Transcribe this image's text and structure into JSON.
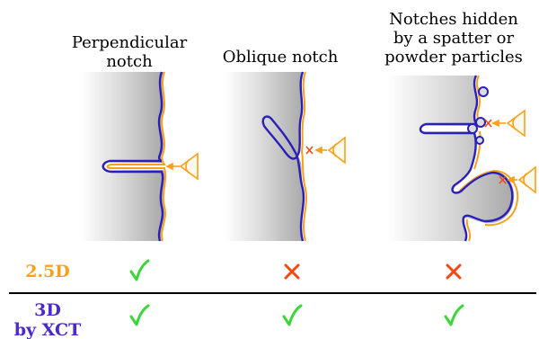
{
  "columns": [
    {
      "title_lines": [
        "Perpendicular",
        "notch"
      ]
    },
    {
      "title_lines": [
        "Oblique notch"
      ]
    },
    {
      "title_lines": [
        "Notches hidden",
        "by a spatter or",
        "powder particles"
      ]
    }
  ],
  "rows": [
    {
      "label_lines": [
        "2.5D"
      ],
      "color": "#f7a11a",
      "marks": [
        "check",
        "cross",
        "cross"
      ]
    },
    {
      "label_lines": [
        "3D",
        "by XCT"
      ],
      "color": "#4a2bc8",
      "marks": [
        "check",
        "check",
        "check"
      ]
    }
  ],
  "colors": {
    "outline_blue": "#2a1fb8",
    "outline_orange": "#f7a11a",
    "check_green": "#3cd63c",
    "cross_red": "#f04a12",
    "eye_orange": "#f7a11a"
  }
}
